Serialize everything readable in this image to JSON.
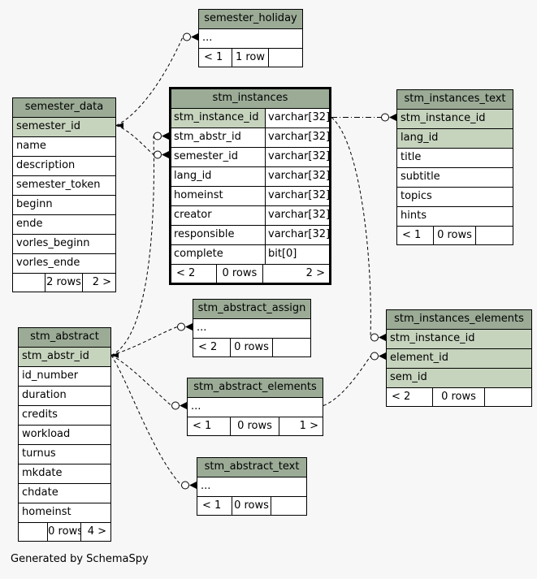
{
  "app": {
    "generated_by": "Generated by SchemaSpy"
  },
  "colors": {
    "page_bg": "#f7f7f7",
    "header_bg": "#9bab96",
    "primary_key_bg": "#c6d3bd",
    "row_bg": "#ffffff",
    "border": "#000000"
  },
  "tables": [
    {
      "name": "semester_holiday",
      "title": "semester_holiday",
      "emphasized": false,
      "rows": [
        {
          "name": "...",
          "pk": false
        }
      ],
      "footer": [
        "< 1",
        "1 row",
        ""
      ]
    },
    {
      "name": "semester_data",
      "title": "semester_data",
      "emphasized": false,
      "rows": [
        {
          "name": "semester_id",
          "pk": true
        },
        {
          "name": "name",
          "pk": false
        },
        {
          "name": "description",
          "pk": false
        },
        {
          "name": "semester_token",
          "pk": false
        },
        {
          "name": "beginn",
          "pk": false
        },
        {
          "name": "ende",
          "pk": false
        },
        {
          "name": "vorles_beginn",
          "pk": false
        },
        {
          "name": "vorles_ende",
          "pk": false
        }
      ],
      "footer": [
        "",
        "2 rows",
        "2 >"
      ]
    },
    {
      "name": "stm_instances",
      "title": "stm_instances",
      "emphasized": true,
      "rows": [
        {
          "name": "stm_instance_id",
          "type": "varchar[32]",
          "pk": true
        },
        {
          "name": "stm_abstr_id",
          "type": "varchar[32]",
          "pk": false
        },
        {
          "name": "semester_id",
          "type": "varchar[32]",
          "pk": false
        },
        {
          "name": "lang_id",
          "type": "varchar[32]",
          "pk": false
        },
        {
          "name": "homeinst",
          "type": "varchar[32]",
          "pk": false
        },
        {
          "name": "creator",
          "type": "varchar[32]",
          "pk": false
        },
        {
          "name": "responsible",
          "type": "varchar[32]",
          "pk": false
        },
        {
          "name": "complete",
          "type": "bit[0]",
          "pk": false
        }
      ],
      "footer": [
        "< 2",
        "0 rows",
        "2 >"
      ]
    },
    {
      "name": "stm_instances_text",
      "title": "stm_instances_text",
      "emphasized": false,
      "rows": [
        {
          "name": "stm_instance_id",
          "pk": true
        },
        {
          "name": "lang_id",
          "pk": true
        },
        {
          "name": "title",
          "pk": false
        },
        {
          "name": "subtitle",
          "pk": false
        },
        {
          "name": "topics",
          "pk": false
        },
        {
          "name": "hints",
          "pk": false
        }
      ],
      "footer": [
        "< 1",
        "0 rows",
        ""
      ]
    },
    {
      "name": "stm_abstract",
      "title": "stm_abstract",
      "emphasized": false,
      "rows": [
        {
          "name": "stm_abstr_id",
          "pk": true
        },
        {
          "name": "id_number",
          "pk": false
        },
        {
          "name": "duration",
          "pk": false
        },
        {
          "name": "credits",
          "pk": false
        },
        {
          "name": "workload",
          "pk": false
        },
        {
          "name": "turnus",
          "pk": false
        },
        {
          "name": "mkdate",
          "pk": false
        },
        {
          "name": "chdate",
          "pk": false
        },
        {
          "name": "homeinst",
          "pk": false
        }
      ],
      "footer": [
        "",
        "0 rows",
        "4 >"
      ]
    },
    {
      "name": "stm_abstract_assign",
      "title": "stm_abstract_assign",
      "emphasized": false,
      "rows": [
        {
          "name": "...",
          "pk": false
        }
      ],
      "footer": [
        "< 2",
        "0 rows",
        ""
      ]
    },
    {
      "name": "stm_abstract_elements",
      "title": "stm_abstract_elements",
      "emphasized": false,
      "rows": [
        {
          "name": "...",
          "pk": false
        }
      ],
      "footer": [
        "< 1",
        "0 rows",
        "1 >"
      ]
    },
    {
      "name": "stm_abstract_text",
      "title": "stm_abstract_text",
      "emphasized": false,
      "rows": [
        {
          "name": "...",
          "pk": false
        }
      ],
      "footer": [
        "< 1",
        "0 rows",
        ""
      ]
    },
    {
      "name": "stm_instances_elements",
      "title": "stm_instances_elements",
      "emphasized": false,
      "rows": [
        {
          "name": "stm_instance_id",
          "pk": true
        },
        {
          "name": "element_id",
          "pk": true
        },
        {
          "name": "sem_id",
          "pk": true
        }
      ],
      "footer": [
        "< 2",
        "0 rows",
        ""
      ]
    }
  ],
  "relationships": [
    {
      "from": "semester_data.semester_id",
      "to": "semester_holiday"
    },
    {
      "from": "semester_data.semester_id",
      "to": "stm_instances.semester_id"
    },
    {
      "from": "stm_abstract.stm_abstr_id",
      "to": "stm_instances.stm_abstr_id"
    },
    {
      "from": "stm_abstract.stm_abstr_id",
      "to": "stm_abstract_assign"
    },
    {
      "from": "stm_abstract.stm_abstr_id",
      "to": "stm_abstract_elements"
    },
    {
      "from": "stm_abstract.stm_abstr_id",
      "to": "stm_abstract_text"
    },
    {
      "from": "stm_instances.stm_instance_id",
      "to": "stm_instances_text.stm_instance_id"
    },
    {
      "from": "stm_instances.stm_instance_id",
      "to": "stm_instances_elements.stm_instance_id"
    },
    {
      "from": "stm_abstract_elements",
      "to": "stm_instances_elements.element_id"
    }
  ]
}
